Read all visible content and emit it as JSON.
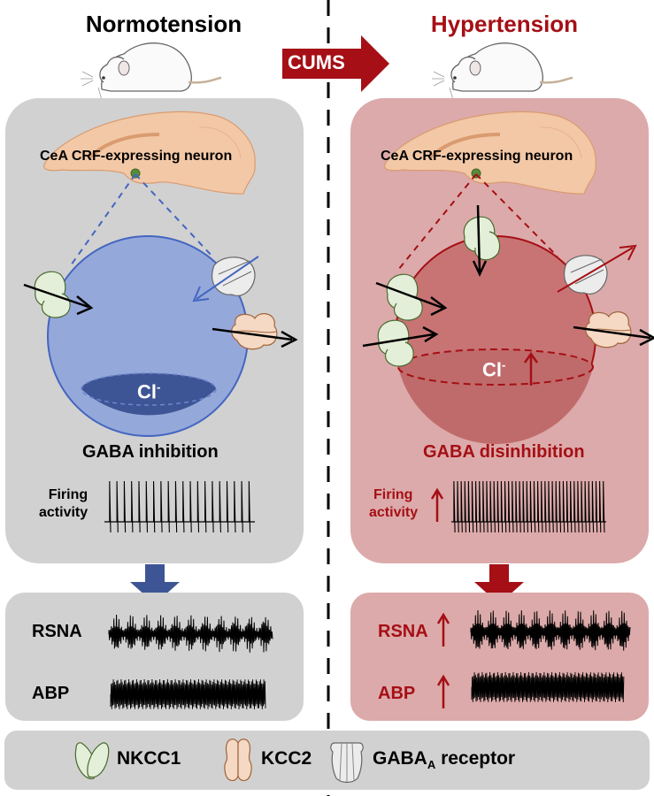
{
  "left": {
    "title": "Normotension",
    "neuron_label": "CeA CRF-expressing neuron",
    "chloride_label": "Cl",
    "chloride_sup": "-",
    "inhibition_label": "GABA inhibition",
    "firing_label_line1": "Firing",
    "firing_label_line2": "activity",
    "rsna_label": "RSNA",
    "abp_label": "ABP",
    "firing_spike_count": 20
  },
  "right": {
    "title": "Hypertension",
    "neuron_label": "CeA CRF-expressing neuron",
    "chloride_label": "Cl",
    "chloride_sup": "-",
    "inhibition_label": "GABA disinhibition",
    "firing_label_line1": "Firing",
    "firing_label_line2": "activity",
    "rsna_label": "RSNA",
    "abp_label": "ABP",
    "firing_spike_count": 42
  },
  "transition": {
    "label": "CUMS"
  },
  "legend": {
    "items": [
      {
        "icon": "nkcc1-icon",
        "label": "NKCC1"
      },
      {
        "icon": "kcc2-icon",
        "label": "KCC2"
      },
      {
        "icon": "gaba-a-receptor-icon",
        "label": "GABA",
        "sub": "A",
        "suffix": " receptor"
      }
    ]
  },
  "colors": {
    "normal_panel": "#d1d1d1",
    "hyper_panel": "#dcaaaa",
    "hyper_text": "#a50f15",
    "blue_cell": "#95a8da",
    "blue_dark": "#3e5595",
    "blue_line": "#4466c0",
    "red_cell": "#c87474",
    "red_line": "#a50f15",
    "brain": "#f3c8a6",
    "nkcc1": "#e3efd8",
    "kcc2": "#f6d9c4",
    "gaba": "#ececec"
  }
}
